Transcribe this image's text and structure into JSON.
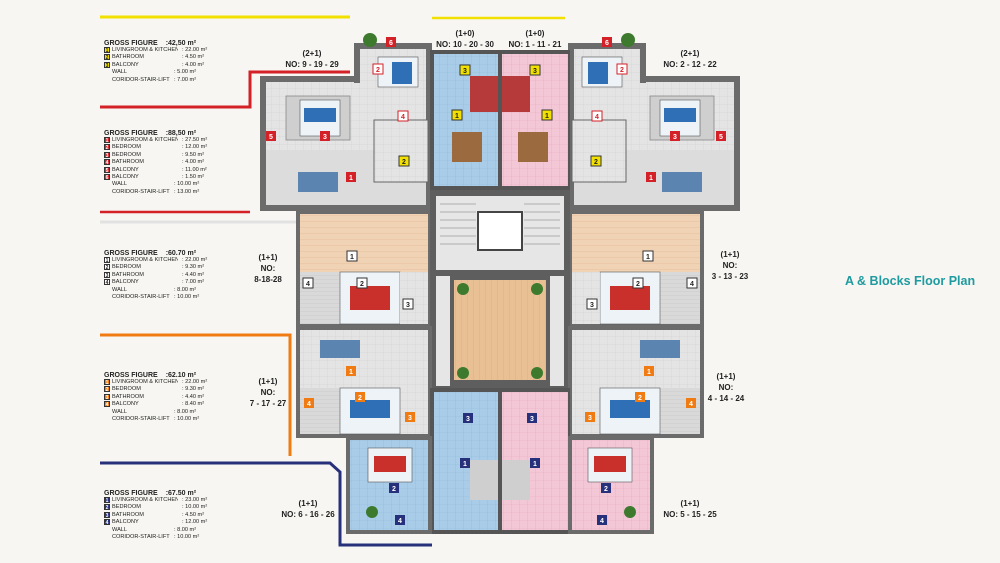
{
  "title": "A & Blocks Floor Plan",
  "legends": [
    {
      "gross_label": "GROSS FIGURE",
      "gross_value": ":42,50 m²",
      "rows": [
        {
          "num": "1",
          "label": "LIVINGROOM & KITCHEN",
          "value": ": 22.00 m²"
        },
        {
          "num": "2",
          "label": "BATHROOM",
          "value": ": 4.50 m²"
        },
        {
          "num": "3",
          "label": "BALCONY",
          "value": ": 4.00 m²"
        },
        {
          "num": "",
          "label": "WALL",
          "value": ": 5.00 m²"
        },
        {
          "num": "",
          "label": "CORIDOR-STAIR-LIFT",
          "value": ": 7.00 m²"
        }
      ]
    },
    {
      "gross_label": "GROSS FIGURE",
      "gross_value": ":88,50 m²",
      "rows": [
        {
          "num": "1",
          "label": "LIVINGROOM & KITCHEN",
          "value": ": 27.50 m²"
        },
        {
          "num": "2",
          "label": "BEDROOM",
          "value": ": 12.00 m²"
        },
        {
          "num": "3",
          "label": "BEDROOM",
          "value": ": 9.50 m²"
        },
        {
          "num": "4",
          "label": "BATHROOM",
          "value": ": 4.00 m²"
        },
        {
          "num": "5",
          "label": "BALCONY",
          "value": ": 11.00 m²"
        },
        {
          "num": "6",
          "label": "BALCONY",
          "value": ": 1.50 m²"
        },
        {
          "num": "",
          "label": "WALL",
          "value": ": 10.00 m²"
        },
        {
          "num": "",
          "label": "CORIDOR-STAIR-LIFT",
          "value": ": 13.00 m²"
        }
      ]
    },
    {
      "gross_label": "GROSS FIGURE",
      "gross_value": ":60.70 m²",
      "rows": [
        {
          "num": "1",
          "label": "LIVINGROOM & KITCHEN",
          "value": ": 22.00 m²"
        },
        {
          "num": "2",
          "label": "BEDROOM",
          "value": ": 9.30 m²"
        },
        {
          "num": "3",
          "label": "BATHROOM",
          "value": ": 4.40 m²"
        },
        {
          "num": "4",
          "label": "BALCONY",
          "value": ": 7.00 m²"
        },
        {
          "num": "",
          "label": "WALL",
          "value": ": 8.00 m²"
        },
        {
          "num": "",
          "label": "CORIDOR-STAIR-LIFT",
          "value": ": 10.00 m²"
        }
      ]
    },
    {
      "gross_label": "GROSS FIGURE",
      "gross_value": ":62.10 m²",
      "rows": [
        {
          "num": "1",
          "label": "LIVINGROOM & KITCHEN",
          "value": ": 22.00 m²"
        },
        {
          "num": "2",
          "label": "BEDROOM",
          "value": ": 9.30 m²"
        },
        {
          "num": "3",
          "label": "BATHROOM",
          "value": ": 4.40 m²"
        },
        {
          "num": "4",
          "label": "BALCONY",
          "value": ": 8.40 m²"
        },
        {
          "num": "",
          "label": "WALL",
          "value": ": 8.00 m²"
        },
        {
          "num": "",
          "label": "CORIDOR-STAIR-LIFT",
          "value": ": 10.00 m²"
        }
      ]
    },
    {
      "gross_label": "GROSS FIGURE",
      "gross_value": ":67.50 m²",
      "rows": [
        {
          "num": "1",
          "label": "LIVINGROOM & KITCHEN",
          "value": ": 23.00 m²"
        },
        {
          "num": "2",
          "label": "BEDROOM",
          "value": ": 10.00 m²"
        },
        {
          "num": "3",
          "label": "BATHROOM",
          "value": ": 4.50 m²"
        },
        {
          "num": "4",
          "label": "BALCONY",
          "value": ": 12.00 m²"
        },
        {
          "num": "",
          "label": "WALL",
          "value": ": 8.00 m²"
        },
        {
          "num": "",
          "label": "CORIDOR-STAIR-LIFT",
          "value": ": 10.00 m²"
        }
      ]
    }
  ],
  "units": {
    "top_left_type": "(2+1)",
    "top_left_no": "NO: 9 - 19 - 29",
    "top_right_type": "(2+1)",
    "top_right_no": "NO: 2 - 12 - 22",
    "center_left_type": "(1+0)",
    "center_left_no": "NO: 10 - 20 - 30",
    "center_right_type": "(1+0)",
    "center_right_no": "NO: 1 - 11 - 21",
    "mid_left_type": "(1+1)",
    "mid_left_no_label": "NO:",
    "mid_left_no": "8-18-28",
    "mid_right_type": "(1+1)",
    "mid_right_no_label": "NO:",
    "mid_right_no": "3 - 13 - 23",
    "low_left_type": "(1+1)",
    "low_left_no_label": "NO:",
    "low_left_no": "7 - 17 - 27",
    "low_right_type": "(1+1)",
    "low_right_no_label": "NO:",
    "low_right_no": "4 - 14 - 24",
    "bottom_left_type": "(1+1)",
    "bottom_left_no": "NO: 6 - 16 - 26",
    "bottom_right_type": "(1+1)",
    "bottom_right_no": "NO: 5 - 15 - 25"
  },
  "colors": {
    "yellow": "#f2e100",
    "red": "#d42027",
    "orange": "#f07b12",
    "navy": "#27307a",
    "blue_floor": "#a9cde8",
    "pink_floor": "#f4c7d6",
    "wood_floor": "#f0d2b4",
    "title": "#1e9ba0"
  }
}
